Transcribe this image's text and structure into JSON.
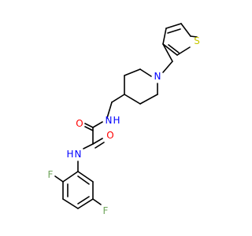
{
  "colors": {
    "background": "#ffffff",
    "bond": "#000000",
    "N": "#0000ff",
    "O": "#ff0000",
    "S": "#c8c800",
    "F": "#6fa55b"
  },
  "atoms": {
    "s1": "S",
    "n_ring": "N",
    "n_amide_top": "N",
    "h_amide_top": "H",
    "o_upper": "O",
    "o_lower": "O",
    "n_amide_bottom": "N",
    "h_amide_bottom": "H",
    "f_ortho": "F",
    "f_meta": "F"
  }
}
